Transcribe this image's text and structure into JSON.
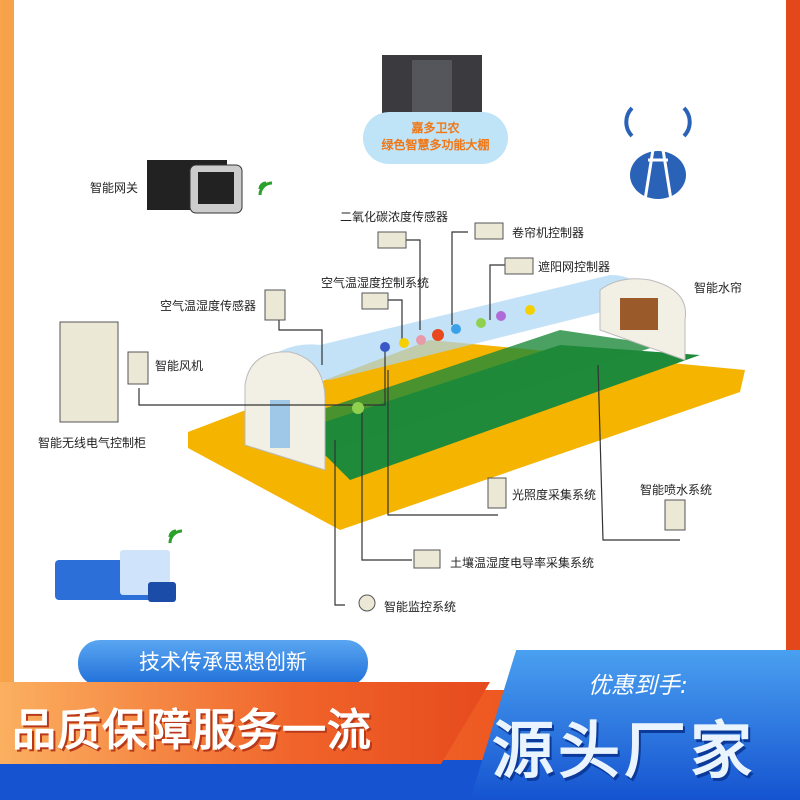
{
  "cloud": {
    "line1": "嘉多卫农",
    "line2": "绿色智慧多功能大棚"
  },
  "labels": {
    "gateway": "智能网关",
    "co2": "二氧化碳浓度传感器",
    "roller": "卷帘机控制器",
    "shade": "遮阳网控制器",
    "air_ctrl": "空气温湿度控制系统",
    "air_sensor": "空气温湿度传感器",
    "water_curtain": "智能水帘",
    "fan": "智能风机",
    "cabinet": "智能无线电气控制柜",
    "light": "光照度采集系统",
    "spray": "智能喷水系统",
    "soil": "土壤温湿度电导率采集系统",
    "camera": "智能监控系统"
  },
  "banner": {
    "tagline": "技术传承思想创新",
    "quality": "品质保障服务一流",
    "offer": "优惠到手:",
    "factory": "源头厂家"
  },
  "colors": {
    "orange": "#ee5a22",
    "blue": "#1553d0",
    "field": "#f5b400",
    "crop": "#1e8a3a"
  }
}
